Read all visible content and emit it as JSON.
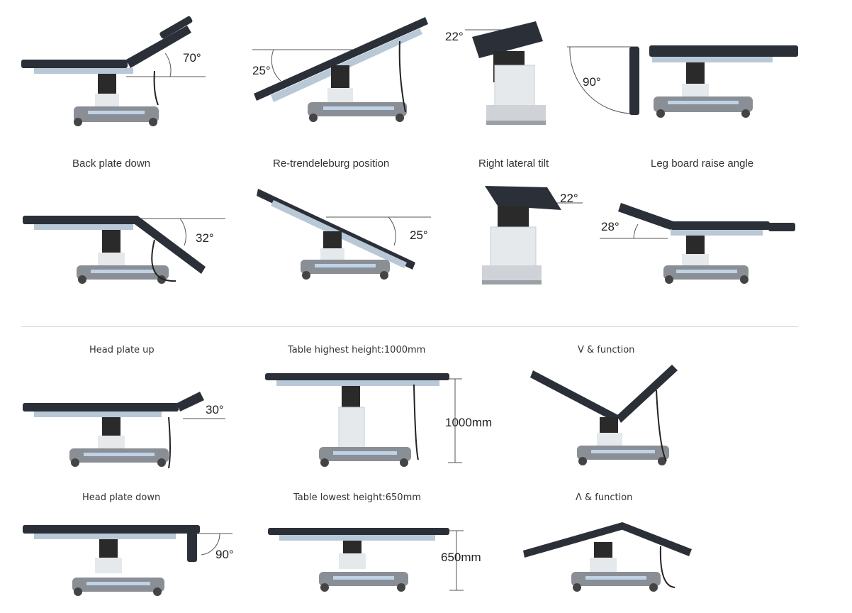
{
  "colors": {
    "pad": "#2b3038",
    "frame": "#b9c8d6",
    "base": "#8a8f96",
    "base_stripe": "#bfd2e6",
    "column": "#2a2a2a",
    "pillar": "#e6e9ec",
    "line": "#555555"
  },
  "row1": [
    {
      "caption": "Back plate down",
      "angle": "70°"
    },
    {
      "caption": "Re-trendeleburg position",
      "angle": "25°"
    },
    {
      "caption": "Right lateral tilt",
      "angle": "22°"
    },
    {
      "caption": "Leg board raise angle",
      "angle": "90°"
    }
  ],
  "row2": [
    {
      "angle": "32°"
    },
    {
      "angle": "25°"
    },
    {
      "angle": "22°"
    },
    {
      "angle": "28°"
    }
  ],
  "section2": {
    "top": [
      {
        "caption": "Head plate up",
        "angle": "30°"
      },
      {
        "caption": "Table highest height:1000mm",
        "dimension": "1000mm"
      },
      {
        "caption": "V & function"
      }
    ],
    "bottom": [
      {
        "caption": "Head plate down",
        "angle": "90°"
      },
      {
        "caption": "Table lowest height:650mm",
        "dimension": "650mm"
      },
      {
        "caption": "Λ & function"
      }
    ]
  }
}
